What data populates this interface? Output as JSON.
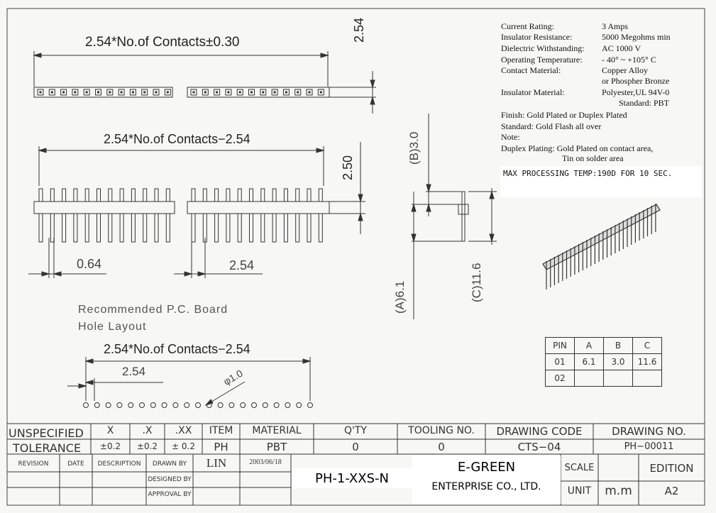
{
  "dims": {
    "top_length": "2.54*No.of Contacts±0.30",
    "top_height": "2.54",
    "mid_length": "2.54*No.of Contacts−2.54",
    "mid_height": "2.50",
    "pin_width": "0.64",
    "pin_pitch": "2.54",
    "dim_b": "(B)3.0",
    "dim_a": "(A)6.1",
    "dim_c": "(C)11.6",
    "hole_length": "2.54*No.of Contacts−2.54",
    "hole_pitch": "2.54",
    "hole_dia": "φ1.0"
  },
  "board_label": [
    "Recommended P.C. Board",
    "Hole Layout"
  ],
  "specs": [
    {
      "label": "Current Rating:",
      "value": "3 Amps"
    },
    {
      "label": "Insulator Resistance:",
      "value": "5000 Megohms min"
    },
    {
      "label": "Dielectric Withstanding:",
      "value": "AC 1000 V"
    },
    {
      "label": "Operating Temperature:",
      "value": "- 40° ~ +105° C"
    },
    {
      "label": "Contact Material:",
      "value": "Copper Alloy"
    },
    {
      "label": "",
      "value": "or Phospher Bronze"
    },
    {
      "label": "Insulator Material:",
      "value": "Polyester,UL 94V-0"
    },
    {
      "label": "",
      "value": "Standard: PBT"
    }
  ],
  "finish": [
    "Finish: Gold Plated or Duplex Plated",
    "Standard: Gold Flash all over",
    "Note:",
    "Duplex Plating: Gold Plated on contact area,",
    "Tin on solder area"
  ],
  "max_temp": "MAX PROCESSING TEMP:190D FOR 10 SEC.",
  "pin_table": {
    "header": [
      "PIN",
      "A",
      "B",
      "C"
    ],
    "rows": [
      [
        "01",
        "6.1",
        "3.0",
        "11.6"
      ],
      [
        "02",
        "",
        "",
        ""
      ]
    ]
  },
  "title_block": {
    "unspecified": "UNSPECIFIED",
    "tolerance": "TOLERANCE",
    "col_x": "X",
    "col_x1": ".X",
    "col_x2": ".XX",
    "tol_x": "±0.2",
    "tol_x1": "±0.2",
    "tol_x2": "± 0.2",
    "item_h": "ITEM",
    "item": "PH",
    "material_h": "MATERIAL",
    "material": "PBT",
    "qty_h": "Q'TY",
    "qty": "0",
    "tooling_h": "TOOLING NO.",
    "tooling": "0",
    "drawing_code_h": "DRAWING CODE",
    "drawing_code": "CTS−04",
    "drawing_no_h": "DRAWING NO.",
    "drawing_no": "PH−00011",
    "revision": "REVISION",
    "date": "DATE",
    "description": "DESCRIPTION",
    "drawn_by": "DRAWN BY",
    "drawn_name": "LIN",
    "drawn_date": "2003/06/18",
    "designed_by": "DESIGNED BY",
    "approval_by": "APPROVAL BY",
    "part_no": "PH-1-XXS-N",
    "company_1": "E-GREEN",
    "company_2": "ENTERPRISE CO., LTD.",
    "scale": "SCALE",
    "edition": "EDITION",
    "unit": "UNIT",
    "unit_val": "m.m",
    "edition_val": "A2"
  }
}
